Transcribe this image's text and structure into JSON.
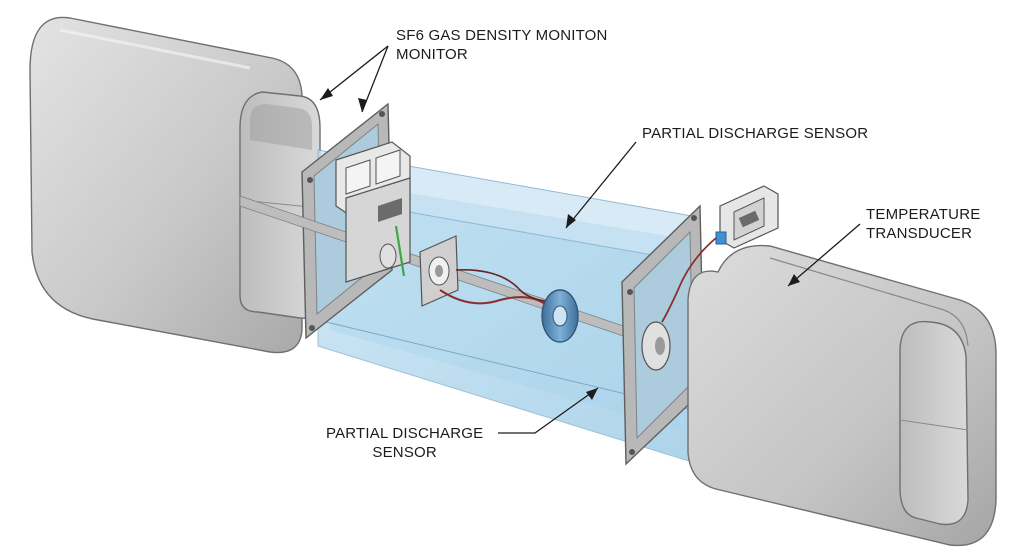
{
  "labels": {
    "sf6": {
      "line1": "SF6 GAS DENSITY MONITON",
      "line2": "MONITOR"
    },
    "pd_top": {
      "line1": "PARTIAL DISCHARGE SENSOR"
    },
    "temperature": {
      "line1": "TEMPERATURE",
      "line2": "TRANSDUCER"
    },
    "pd_bottom": {
      "line1": "PARTIAL DISCHARGE",
      "line2": "SENSOR"
    }
  },
  "colors": {
    "housing": "#c8c8c8",
    "housing_edge": "#6f6f6f",
    "glass": "#a9d4ec",
    "flange": "#b3b3b3",
    "cable": "#8a2f2f",
    "sensor_ring": "#5d8fb8",
    "text": "#1c1c1c"
  }
}
